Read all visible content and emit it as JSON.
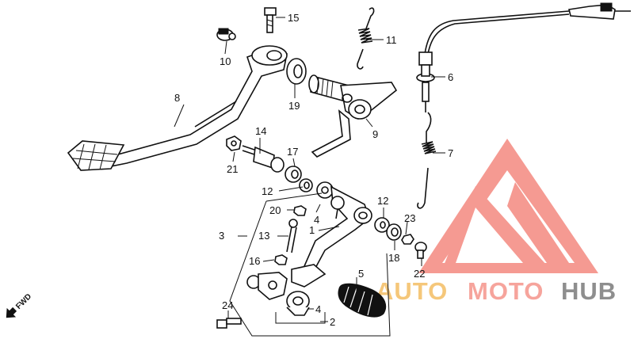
{
  "diagram": {
    "fwd_label": "FWD",
    "callouts": {
      "p1": "1",
      "p2": "2",
      "p3": "3",
      "p4a": "4",
      "p4b": "4",
      "p5": "5",
      "p6": "6",
      "p7": "7",
      "p8": "8",
      "p9": "9",
      "p10": "10",
      "p11": "11",
      "p12a": "12",
      "p12b": "12",
      "p13": "13",
      "p14": "14",
      "p15": "15",
      "p16": "16",
      "p17": "17",
      "p18": "18",
      "p19": "19",
      "p20": "20",
      "p21": "21",
      "p22": "22",
      "p23": "23",
      "p24": "24"
    }
  },
  "watermark": {
    "text_auto": "AUTO",
    "text_moto": "MOTO",
    "text_hub": "HUB",
    "colors": {
      "auto": "#f5c77a",
      "moto": "#f6a49c",
      "hub": "#8e8e8e",
      "triangle": "#f4897f"
    }
  }
}
